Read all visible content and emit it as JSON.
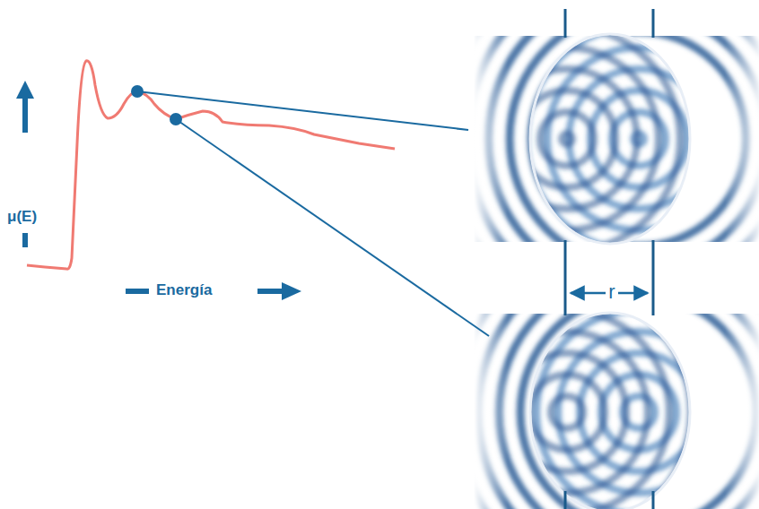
{
  "diagram": {
    "labels": [
      "μ(E)",
      "Energía",
      "r"
    ]
  }
}
